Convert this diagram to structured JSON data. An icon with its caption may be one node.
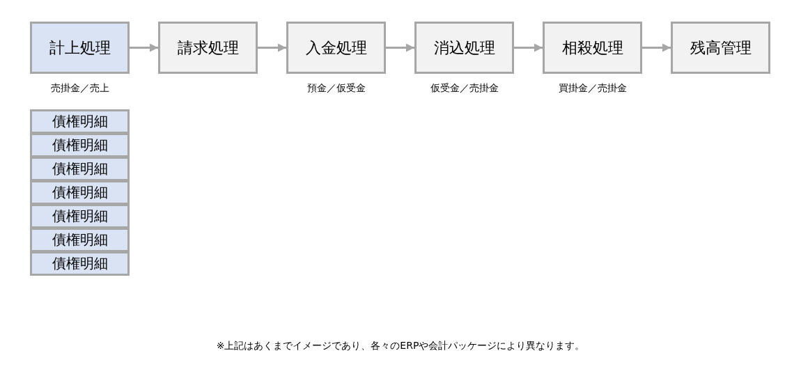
{
  "diagram": {
    "caption": "※上記はあくまでイメージであり、各々のERPや会計パッケージにより異なります。",
    "nodes": [
      {
        "text": [
          "計上処理"
        ],
        "beside": [
          "売掛金／売上"
        ]
      },
      {
        "text": [
          "請求処理"
        ]
      },
      {
        "text": [
          "入金処理"
        ],
        "beside": [
          "預金／仮受金"
        ]
      },
      {
        "text": [
          "消込処理"
        ],
        "beside": [
          "仮受金／売掛金"
        ]
      },
      {
        "text": [
          "相殺処理"
        ],
        "beside": [
          "買掛金／売掛金"
        ]
      },
      {
        "text": [
          "残高管理"
        ]
      },
      {
        "text": [
          "債権明細"
        ]
      },
      {
        "text": [
          "債権明細"
        ]
      },
      {
        "text": [
          "債権明細"
        ]
      },
      {
        "text": [
          "債権明細"
        ]
      },
      {
        "text": [
          "債権明細"
        ]
      },
      {
        "text": [
          "債権明細"
        ]
      },
      {
        "text": [
          "債権明細"
        ]
      }
    ],
    "edges": [
      {
        "from": 0,
        "to": 1,
        "arrow": "to"
      },
      {
        "from": 1,
        "to": 2,
        "arrow": "to"
      },
      {
        "from": 2,
        "to": 3,
        "arrow": "to"
      },
      {
        "from": 3,
        "to": 4,
        "arrow": "to"
      },
      {
        "from": 4,
        "to": 5,
        "arrow": "to"
      }
    ]
  }
}
